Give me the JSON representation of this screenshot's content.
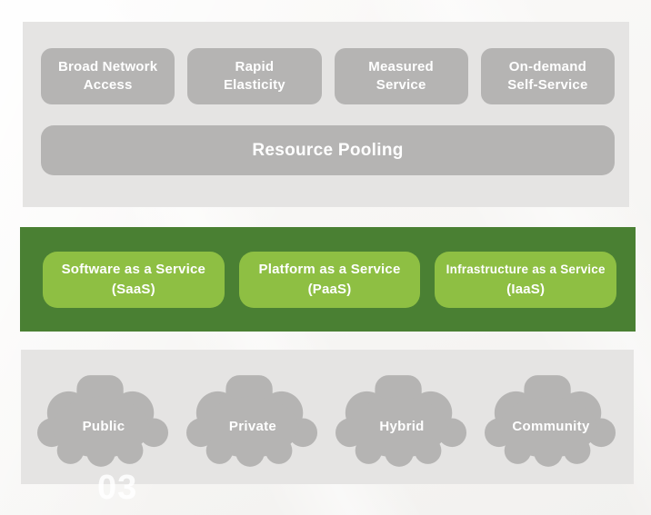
{
  "colors": {
    "panel_gray": "#e5e4e3",
    "box_gray": "#b5b4b3",
    "panel_green_dark": "#4a8033",
    "box_green_light": "#8ebf43",
    "text_white": "#ffffff"
  },
  "characteristics": {
    "boxes": [
      {
        "line1": "Broad Network",
        "line2": "Access"
      },
      {
        "line1": "Rapid",
        "line2": "Elasticity"
      },
      {
        "line1": "Measured",
        "line2": "Service"
      },
      {
        "line1": "On-demand",
        "line2": "Self-Service"
      }
    ],
    "pooling_bar": {
      "label": "Resource Pooling"
    }
  },
  "service_models": {
    "boxes": [
      {
        "line1": "Software as a Service",
        "line2": "(SaaS)"
      },
      {
        "line1": "Platform as a Service",
        "line2": "(PaaS)"
      },
      {
        "line1": "Infrastructure as a Service",
        "line2": "(IaaS)"
      }
    ]
  },
  "deployment_models": {
    "clouds": [
      {
        "label": "Public"
      },
      {
        "label": "Private"
      },
      {
        "label": "Hybrid"
      },
      {
        "label": "Community"
      }
    ]
  },
  "watermark": {
    "page_number": "03"
  }
}
